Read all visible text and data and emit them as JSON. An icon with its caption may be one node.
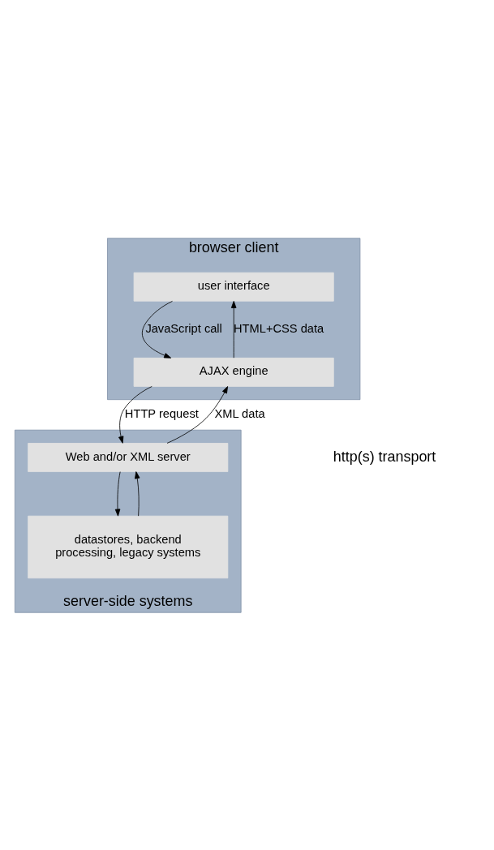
{
  "diagram": {
    "nodes": [
      {
        "text": [
          "browser client"
        ]
      },
      {
        "text": [
          "user interface"
        ],
        "in": 0
      },
      {
        "text": [
          "AJAX engine"
        ],
        "in": 0
      },
      {
        "text": [
          "server-side systems"
        ]
      },
      {
        "text": [
          "Web and/or XML server"
        ],
        "in": 3
      },
      {
        "text": [
          "datastores, backend processing, legacy systems"
        ],
        "in": 3
      }
    ],
    "edges": [
      {
        "from": 1,
        "to": 2,
        "arrow": "to",
        "label": "JavaScript call"
      },
      {
        "from": 2,
        "to": 1,
        "arrow": "to",
        "label": "HTML+CSS data"
      },
      {
        "from": 2,
        "to": 4,
        "arrow": "to",
        "label": "HTTP request"
      },
      {
        "from": 4,
        "to": 2,
        "arrow": "to",
        "label": "XML data"
      },
      {
        "from": 4,
        "to": 5,
        "arrow": "to"
      },
      {
        "from": 5,
        "to": 4,
        "arrow": "to"
      }
    ],
    "labels": [
      "http(s) transport"
    ]
  }
}
